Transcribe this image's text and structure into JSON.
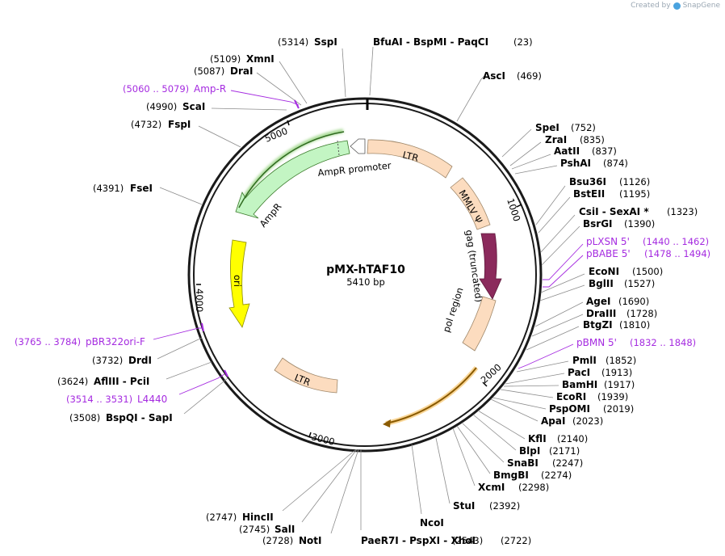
{
  "credit": {
    "prefix": "Created by",
    "brand": "SnapGene"
  },
  "plasmid": {
    "name": "pMX-hTAF10",
    "size_label": "5410 bp"
  },
  "ticks": [
    "1000",
    "2000",
    "3000",
    "4000",
    "5000"
  ],
  "features": [
    {
      "label": "LTR",
      "color": "#fcdcbf"
    },
    {
      "label": "MMLV Ψ",
      "color": "#fcdcbf"
    },
    {
      "label": "gag (truncated)",
      "color": "#8b2a5c"
    },
    {
      "label": "pol region",
      "color": "#fcdcbf"
    },
    {
      "label": "LTR",
      "color": "#fcdcbf"
    },
    {
      "label": "ori",
      "color": "#ffff00"
    },
    {
      "label": "AmpR",
      "color": "#c3f5c3"
    },
    {
      "label": "AmpR promoter",
      "color": "#ffffff"
    },
    {
      "label": "",
      "color": "#f7a21c"
    }
  ],
  "right_sites": [
    {
      "name": "AscI",
      "pos": "(469)"
    },
    {
      "name": "SpeI",
      "pos": "(752)"
    },
    {
      "name": "ZraI",
      "pos": "(835)"
    },
    {
      "name": "AatII",
      "pos": "(837)"
    },
    {
      "name": "PshAI",
      "pos": "(874)"
    },
    {
      "name": "Bsu36I",
      "pos": "(1126)"
    },
    {
      "name": "BstEII",
      "pos": "(1195)"
    },
    {
      "name": "CsiI  -  SexAI *",
      "pos": "(1323)"
    },
    {
      "name": "BsrGI",
      "pos": "(1390)"
    },
    {
      "name": "pLXSN 5'",
      "pos": "(1440 .. 1462)",
      "primer": true
    },
    {
      "name": "pBABE 5'",
      "pos": "(1478 .. 1494)",
      "primer": true
    },
    {
      "name": "EcoNI",
      "pos": "(1500)"
    },
    {
      "name": "BglII",
      "pos": "(1527)"
    },
    {
      "name": "AgeI",
      "pos": "(1690)"
    },
    {
      "name": "DraIII",
      "pos": "(1728)"
    },
    {
      "name": "BtgZI",
      "pos": "(1810)"
    },
    {
      "name": "pBMN 5'",
      "pos": "(1832 .. 1848)",
      "primer": true
    },
    {
      "name": "PmlI",
      "pos": "(1852)"
    },
    {
      "name": "PacI",
      "pos": "(1913)"
    },
    {
      "name": "BamHI",
      "pos": "(1917)"
    },
    {
      "name": "EcoRI",
      "pos": "(1939)"
    },
    {
      "name": "PspOMI",
      "pos": "(2019)"
    },
    {
      "name": "ApaI",
      "pos": "(2023)"
    },
    {
      "name": "KflI",
      "pos": "(2140)"
    },
    {
      "name": "BlpI",
      "pos": "(2171)"
    },
    {
      "name": "SnaBI",
      "pos": "(2247)"
    },
    {
      "name": "BmgBI",
      "pos": "(2274)"
    },
    {
      "name": "XcmI",
      "pos": "(2298)"
    },
    {
      "name": "StuI",
      "pos": "(2392)"
    }
  ],
  "top_site": {
    "name": "BfuAI  -  BspMI  -  PaqCI",
    "pos": "(23)"
  },
  "bottom_sites": [
    {
      "name": "NcoI",
      "pos": "(2543)"
    },
    {
      "name": "PaeR7I  -  PspXI  -  XhoI",
      "pos": "(2722)"
    },
    {
      "name": "NotI",
      "pos": "(2728)"
    },
    {
      "name": "SalI",
      "pos": "(2745)"
    },
    {
      "name": "HincII",
      "pos": "(2747)"
    }
  ],
  "left_sites": [
    {
      "name": "SspI",
      "pos": "(5314)"
    },
    {
      "name": "XmnI",
      "pos": "(5109)"
    },
    {
      "name": "DraI",
      "pos": "(5087)"
    },
    {
      "name": "Amp-R",
      "pos": "(5060 .. 5079)",
      "primer": true
    },
    {
      "name": "ScaI",
      "pos": "(4990)"
    },
    {
      "name": "FspI",
      "pos": "(4732)"
    },
    {
      "name": "FseI",
      "pos": "(4391)"
    },
    {
      "name": "pBR322ori-F",
      "pos": "(3765 .. 3784)",
      "primer": true
    },
    {
      "name": "DrdI",
      "pos": "(3732)"
    },
    {
      "name": "AflIII  -  PciI",
      "pos": "(3624)"
    },
    {
      "name": "L4440",
      "pos": "(3514 .. 3531)",
      "primer": true
    },
    {
      "name": "BspQI  -  SapI",
      "pos": "(3508)"
    }
  ]
}
